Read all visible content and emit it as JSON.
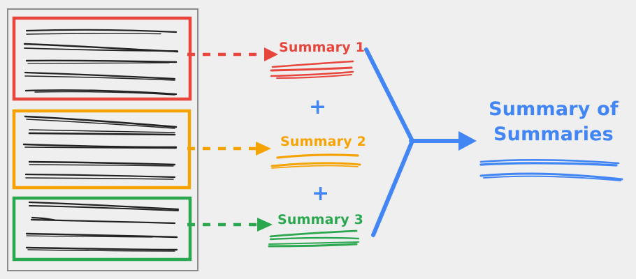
{
  "diagram": {
    "title_visible": false,
    "background_color": "#efefef",
    "source_panel": {
      "name": "documents-panel",
      "border_color": "#888888",
      "groups": [
        {
          "id": "group-1",
          "color": "#e8453c",
          "text_lines": 5,
          "arrow_color": "#e8453c",
          "arrow_style": "dashed"
        },
        {
          "id": "group-2",
          "color": "#f5a302",
          "text_lines": 5,
          "arrow_color": "#f5a302",
          "arrow_style": "dashed"
        },
        {
          "id": "group-3",
          "color": "#2ba74f",
          "text_lines": 4,
          "arrow_color": "#2ba74f",
          "arrow_style": "dashed"
        }
      ]
    },
    "summaries": [
      {
        "label": "Summary 1",
        "color": "#e8453c",
        "underline_strokes": 3
      },
      {
        "label": "Summary 2",
        "color": "#f5a302",
        "underline_strokes": 2
      },
      {
        "label": "Summary 3",
        "color": "#2ba74f",
        "underline_strokes": 3
      }
    ],
    "operators": [
      {
        "symbol": "+",
        "color": "#4285f4"
      },
      {
        "symbol": "+",
        "color": "#4285f4"
      }
    ],
    "merge_connector": {
      "color": "#4285f4",
      "style": "solid",
      "arrowhead": true
    },
    "final": {
      "line1": "Summary of",
      "line2": "Summaries",
      "color": "#4285f4",
      "underline_strokes": 2
    }
  }
}
